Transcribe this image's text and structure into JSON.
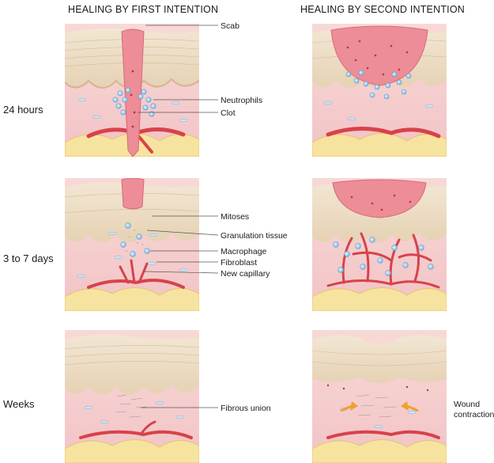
{
  "headers": {
    "first": "HEALING BY FIRST INTENTION",
    "second": "HEALING BY SECOND INTENTION"
  },
  "rows": {
    "r1": "24 hours",
    "r2": "3 to 7 days",
    "r3": "Weeks"
  },
  "labels": {
    "scab": "Scab",
    "neutrophils": "Neutrophils",
    "clot": "Clot",
    "mitoses": "Mitoses",
    "granulation": "Granulation tissue",
    "macrophage": "Macrophage",
    "fibroblast": "Fibroblast",
    "capillary": "New capillary",
    "fibrous": "Fibrous union",
    "wound1": "Wound",
    "wound2": "contraction"
  },
  "colors": {
    "epidermis": "#efe3cf",
    "dermis": "#f6cfcf",
    "fat": "#f7e3a0",
    "clot": "#ec8d98",
    "vessel": "#d8424a",
    "cell": "#8fc4ea",
    "arrow": "#f0a030"
  }
}
